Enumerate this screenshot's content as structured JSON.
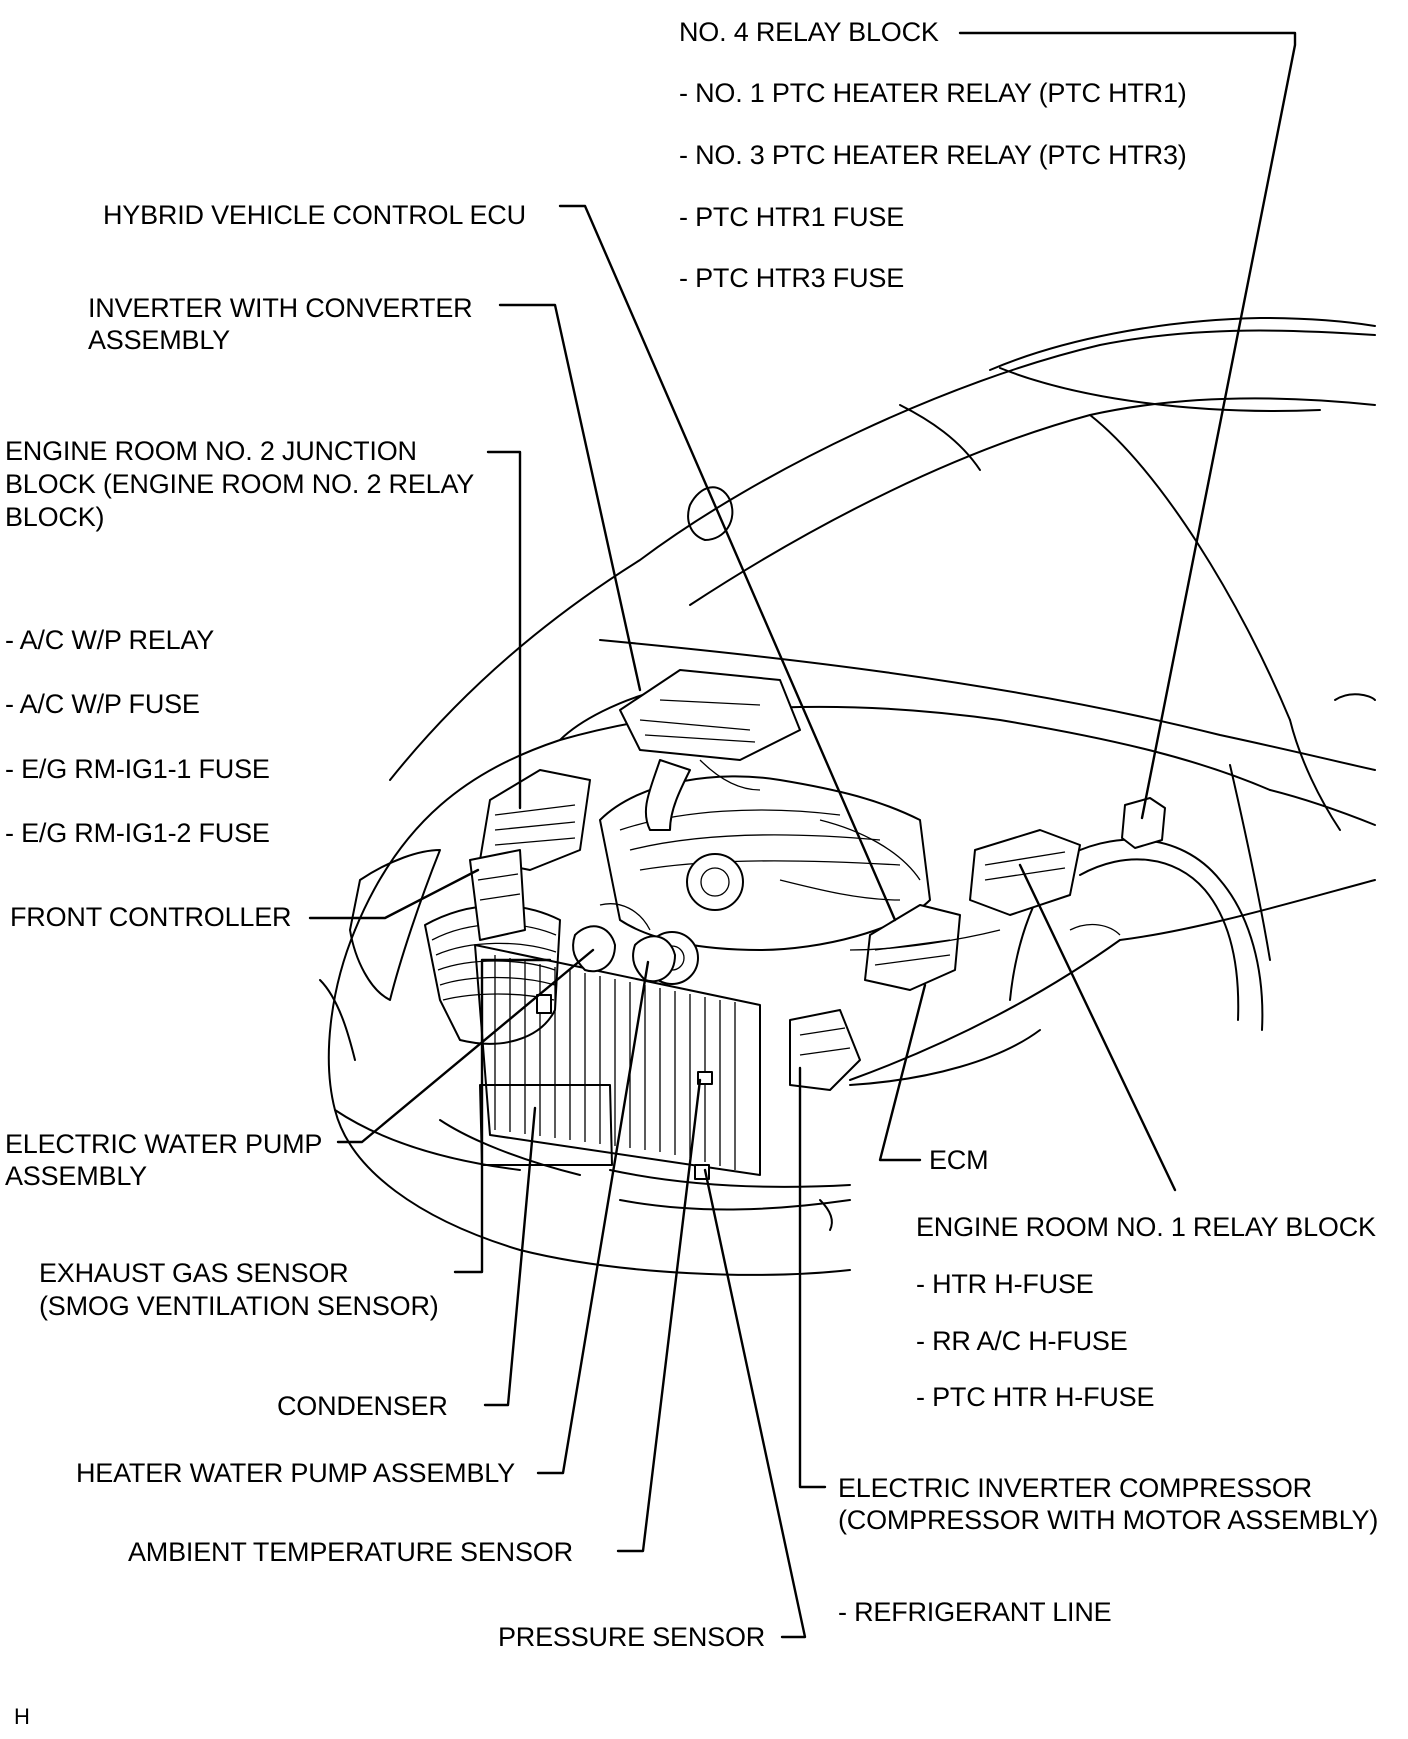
{
  "diagram": {
    "labels": {
      "relay_block_4": "NO. 4 RELAY BLOCK",
      "ptc_relay_1": "- NO. 1 PTC HEATER RELAY (PTC HTR1)",
      "ptc_relay_3": "- NO. 3 PTC HEATER RELAY (PTC HTR3)",
      "ptc_htr1_fuse": "- PTC HTR1 FUSE",
      "ptc_htr3_fuse": "- PTC HTR3 FUSE",
      "hv_ecu": "HYBRID VEHICLE CONTROL ECU",
      "inverter_1": "INVERTER WITH CONVERTER",
      "inverter_2": "ASSEMBLY",
      "jb2_1": "ENGINE ROOM NO. 2 JUNCTION",
      "jb2_2": "BLOCK (ENGINE ROOM NO. 2 RELAY",
      "jb2_3": "BLOCK)",
      "ac_wp_relay": "- A/C W/P RELAY",
      "ac_wp_fuse": "- A/C W/P FUSE",
      "eg_ig1_1": "- E/G RM-IG1-1 FUSE",
      "eg_ig1_2": "- E/G RM-IG1-2 FUSE",
      "front_controller": "FRONT CONTROLLER",
      "ewp_1": "ELECTRIC WATER PUMP",
      "ewp_2": "ASSEMBLY",
      "exhaust_1": "EXHAUST GAS SENSOR",
      "exhaust_2": "(SMOG VENTILATION SENSOR)",
      "condenser": "CONDENSER",
      "heater_wp": "HEATER WATER PUMP ASSEMBLY",
      "ambient": "AMBIENT TEMPERATURE SENSOR",
      "pressure": "PRESSURE SENSOR",
      "ecm": "ECM",
      "relay_block_1": "ENGINE ROOM NO. 1 RELAY BLOCK",
      "htr_hfuse": "- HTR H-FUSE",
      "rr_ac_hfuse": "- RR A/C H-FUSE",
      "ptc_hfuse": "- PTC HTR H-FUSE",
      "compressor_1": "ELECTRIC INVERTER COMPRESSOR",
      "compressor_2": "(COMPRESSOR WITH MOTOR ASSEMBLY)",
      "refrigerant": "- REFRIGERANT LINE",
      "corner_mark": "H"
    }
  }
}
